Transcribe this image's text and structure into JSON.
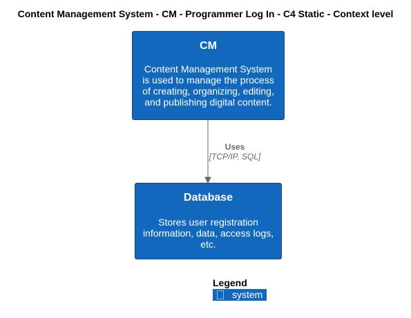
{
  "diagram": {
    "title": "Content Management System - CM - Programmer Log In - C4 Static - Context level",
    "systems": [
      {
        "name": "CM",
        "description": "Content Management System is used to manage the process of creating, organizing, editing, and publishing digital content."
      },
      {
        "name": "Database",
        "description": "Stores user registration information, data, access logs, etc."
      }
    ],
    "relationship": {
      "label": "Uses",
      "technology": "[TCP/IP, SQL]"
    },
    "legend": {
      "title": "Legend",
      "item_label": "system",
      "item_color": "#1168bd"
    }
  }
}
